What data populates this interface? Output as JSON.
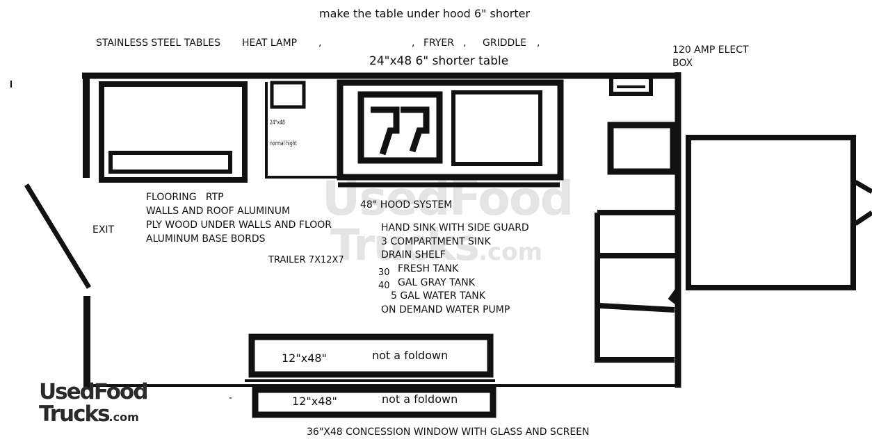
{
  "note_top": "make the table under hood 6\" shorter",
  "equipment_row": {
    "tables": "STAINLESS STEEL TABLES",
    "heat_lamp": "HEAT LAMP",
    "sep1": ",",
    "sep2": ",",
    "fryer": "FRYER",
    "sep3": ",",
    "griddle": "GRIDDLE",
    "sep4": ","
  },
  "shorter_table": "24\"x48 6\" shorter table",
  "elect_box": [
    "120 AMP ELECT",
    "BOX"
  ],
  "small_table": [
    "24\"x48",
    "normal hight"
  ],
  "exit_label": "EXIT",
  "materials": [
    "FLOORING   RTP",
    "WALLS AND ROOF ALUMINUM",
    "PLY WOOD UNDER WALLS AND FLOOR",
    "ALUMINUM BASE BORDS"
  ],
  "trailer": "TRAILER 7X12X7",
  "hood": "48\" HOOD SYSTEM",
  "features": [
    "HAND SINK WITH SIDE GUARD",
    "3 COMPARTMENT SINK",
    "DRAIN SHELF",
    "FRESH TANK",
    "GAL GRAY TANK",
    "5 GAL WATER TANK",
    "ON DEMAND WATER PUMP"
  ],
  "tank_sizes": [
    "30",
    "40"
  ],
  "counter_1": {
    "size": "12\"x48\"",
    "note": "not a foldown"
  },
  "counter_2": {
    "size": "12\"x48\"",
    "note": "not a foldown"
  },
  "dash": "-",
  "window": "36\"X48 CONCESSION WINDOW WITH GLASS AND SCREEN",
  "watermark": {
    "line1": "UsedFood",
    "line2": "Trucks",
    "suffix": ".com"
  },
  "logo": {
    "line1": "UsedFood",
    "line2": "Trucks",
    "suffix": ".com"
  },
  "colors": {
    "ink": "#111111",
    "watermark": "#e4e4e4",
    "logo": "#2a2a2a"
  }
}
